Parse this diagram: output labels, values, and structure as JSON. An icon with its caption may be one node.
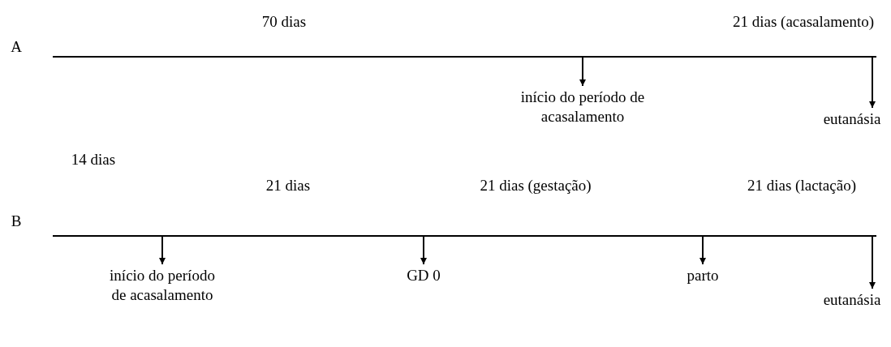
{
  "diagram": {
    "nodes": [
      {
        "text": [
          "início do período de acasalamento"
        ]
      },
      {
        "text": [
          "eutanásia"
        ]
      },
      {
        "text": [
          "início do período de acasalamento"
        ]
      },
      {
        "text": [
          "GD 0"
        ]
      },
      {
        "text": [
          "parto"
        ]
      },
      {
        "text": [
          "eutanásia"
        ]
      }
    ],
    "edges": [
      {
        "from": null,
        "to": 0,
        "arrow": "to"
      },
      {
        "from": null,
        "to": 1,
        "arrow": "to"
      },
      {
        "from": null,
        "to": 2,
        "arrow": "to"
      },
      {
        "from": null,
        "to": 3,
        "arrow": "to"
      },
      {
        "from": null,
        "to": 4,
        "arrow": "to"
      },
      {
        "from": null,
        "to": 5,
        "arrow": "to"
      }
    ],
    "labels": [
      "70 dias",
      "21 dias (acasalamento)",
      "A",
      "21 dias",
      "21 dias (gestação)",
      "21 dias (lactação)",
      "14 dias",
      "B"
    ]
  }
}
